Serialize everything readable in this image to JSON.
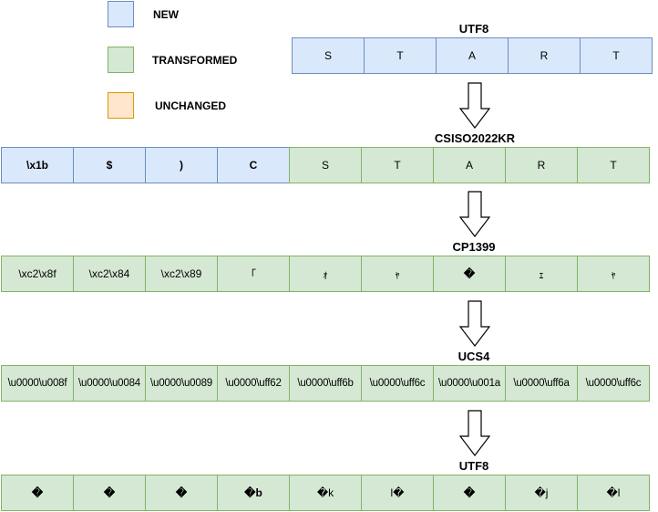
{
  "legend": [
    {
      "label": "NEW",
      "fill": "#dae8fc",
      "stroke": "#6c8ebf"
    },
    {
      "label": "TRANSFORMED",
      "fill": "#d5e8d4",
      "stroke": "#82b366"
    },
    {
      "label": "UNCHANGED",
      "fill": "#ffe6cc",
      "stroke": "#d79b00"
    }
  ],
  "rows": [
    {
      "title": "UTF8",
      "cells": [
        {
          "text": "S",
          "kind": "new",
          "bold": false
        },
        {
          "text": "T",
          "kind": "new",
          "bold": false
        },
        {
          "text": "A",
          "kind": "new",
          "bold": false
        },
        {
          "text": "R",
          "kind": "new",
          "bold": false
        },
        {
          "text": "T",
          "kind": "new",
          "bold": false
        }
      ]
    },
    {
      "title": "CSISO2022KR",
      "cells": [
        {
          "text": "\\x1b",
          "kind": "new",
          "bold": true
        },
        {
          "text": "$",
          "kind": "new",
          "bold": true
        },
        {
          "text": ")",
          "kind": "new",
          "bold": true
        },
        {
          "text": "C",
          "kind": "new",
          "bold": true
        },
        {
          "text": "S",
          "kind": "transformed",
          "bold": false
        },
        {
          "text": "T",
          "kind": "transformed",
          "bold": false
        },
        {
          "text": "A",
          "kind": "transformed",
          "bold": false
        },
        {
          "text": "R",
          "kind": "transformed",
          "bold": false
        },
        {
          "text": "T",
          "kind": "transformed",
          "bold": false
        }
      ]
    },
    {
      "title": "CP1399",
      "cells": [
        {
          "text": "\\xc2\\x8f",
          "kind": "transformed",
          "bold": false
        },
        {
          "text": "\\xc2\\x84",
          "kind": "transformed",
          "bold": false
        },
        {
          "text": "\\xc2\\x89",
          "kind": "transformed",
          "bold": false
        },
        {
          "text": "｢",
          "kind": "transformed",
          "bold": false
        },
        {
          "text": "ｫ",
          "kind": "transformed",
          "bold": false
        },
        {
          "text": "ｬ",
          "kind": "transformed",
          "bold": false
        },
        {
          "text": "�",
          "kind": "transformed",
          "bold": true
        },
        {
          "text": "ｪ",
          "kind": "transformed",
          "bold": false
        },
        {
          "text": "ｬ",
          "kind": "transformed",
          "bold": false
        }
      ]
    },
    {
      "title": "UCS4",
      "cells": [
        {
          "text": "\\u0000\\u008f",
          "kind": "transformed",
          "bold": false
        },
        {
          "text": "\\u0000\\u0084",
          "kind": "transformed",
          "bold": false
        },
        {
          "text": "\\u0000\\u0089",
          "kind": "transformed",
          "bold": false
        },
        {
          "text": "\\u0000\\uff62",
          "kind": "transformed",
          "bold": false
        },
        {
          "text": "\\u0000\\uff6b",
          "kind": "transformed",
          "bold": false
        },
        {
          "text": "\\u0000\\uff6c",
          "kind": "transformed",
          "bold": false
        },
        {
          "text": "\\u0000\\u001a",
          "kind": "transformed",
          "bold": false
        },
        {
          "text": "\\u0000\\uff6a",
          "kind": "transformed",
          "bold": false
        },
        {
          "text": "\\u0000\\uff6c",
          "kind": "transformed",
          "bold": false
        }
      ]
    },
    {
      "title": "UTF8",
      "cells": [
        {
          "text": "�",
          "kind": "transformed",
          "bold": true
        },
        {
          "text": "�",
          "kind": "transformed",
          "bold": true
        },
        {
          "text": "�",
          "kind": "transformed",
          "bold": true
        },
        {
          "text": "�b",
          "kind": "transformed",
          "bold": true
        },
        {
          "text": "�k",
          "kind": "transformed",
          "bold": false
        },
        {
          "text": "l�",
          "kind": "transformed",
          "bold": false
        },
        {
          "text": "�",
          "kind": "transformed",
          "bold": true
        },
        {
          "text": "�j",
          "kind": "transformed",
          "bold": false
        },
        {
          "text": "�l",
          "kind": "transformed",
          "bold": false
        }
      ]
    }
  ]
}
